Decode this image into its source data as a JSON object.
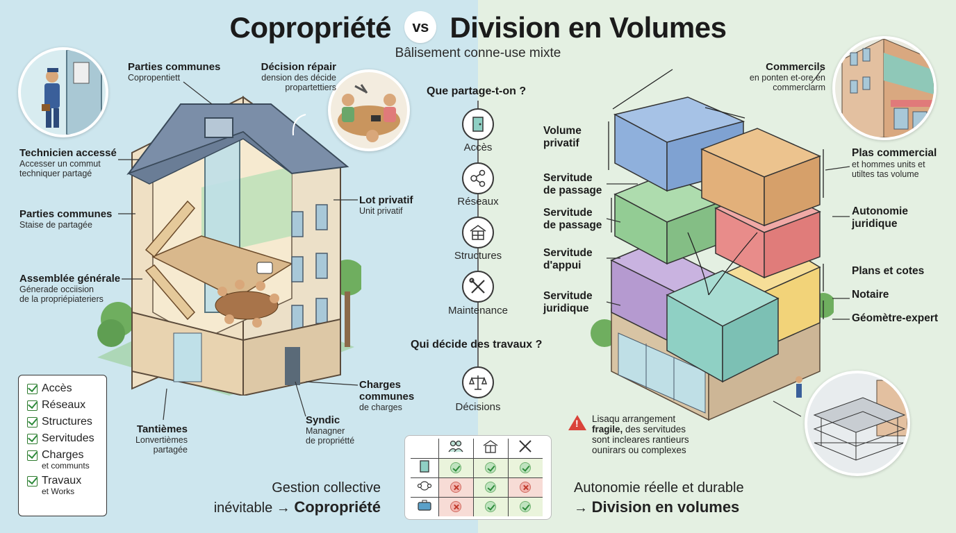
{
  "header": {
    "title_left": "Copropriété",
    "vs": "vs",
    "title_right": "Division en Volumes",
    "subtitle": "Bâlisement conne-use mixte"
  },
  "left_labels": {
    "parties_communes_top": {
      "title": "Parties communes",
      "sub": "Copropentiett"
    },
    "decision_repair": {
      "title": "Décision répair",
      "sub1": "dension des décide",
      "sub2": "propartettiers"
    },
    "technicien": {
      "title": "Technicien accessé",
      "sub1": "Accesser un commut",
      "sub2": "techniquer partagé"
    },
    "parties_communes_mid": {
      "title": "Parties communes",
      "sub": "Staise de partagée"
    },
    "lot_privatif": {
      "title": "Lot privatif",
      "sub": "Unit privatif"
    },
    "assemblee": {
      "title": "Assemblée générale",
      "sub1": "Génerade occiision",
      "sub2": "de la propriépiateriers"
    },
    "charges": {
      "title1": "Charges",
      "title2": "communes",
      "sub": "de charges"
    },
    "syndic": {
      "title": "Syndic",
      "sub1": "Managner",
      "sub2": "de propriétté"
    },
    "tantiemes": {
      "title": "Tantièmes",
      "sub1": "Lonvertièmes",
      "sub2": "partagée"
    }
  },
  "checklist": {
    "items": [
      {
        "label": "Accès"
      },
      {
        "label": "Réseaux"
      },
      {
        "label": "Structures"
      },
      {
        "label": "Servitudes"
      },
      {
        "label": "Charges",
        "sub": "et communts"
      },
      {
        "label": "Travaux",
        "sub": "et Works"
      }
    ]
  },
  "center": {
    "question1": "Que partage-t-on ?",
    "icons": [
      {
        "name": "door-icon",
        "label": "Accès"
      },
      {
        "name": "network-icon",
        "label": "Réseaux"
      },
      {
        "name": "structure-icon",
        "label": "Structures"
      },
      {
        "name": "tools-icon",
        "label": "Maintenance"
      }
    ],
    "question2": "Qui décide des travaux ?",
    "decision_icon": {
      "name": "scales-icon",
      "label": "Décisions"
    }
  },
  "matrix": {
    "columns": [
      "people-icon",
      "structure-icon",
      "tools-icon"
    ],
    "rows": [
      {
        "icon": "door-icon",
        "values": [
          "ok",
          "ok",
          "ok"
        ]
      },
      {
        "icon": "network-icon",
        "values": [
          "no",
          "ok",
          "no"
        ]
      },
      {
        "icon": "briefcase-icon",
        "values": [
          "no",
          "ok",
          "ok"
        ]
      }
    ]
  },
  "bottom": {
    "left_line1": "Gestion collective",
    "left_line2": "inévitable →",
    "left_bold": "Copropriété",
    "right_line1": "Autonomie réelle et durable",
    "right_arrow": "→",
    "right_bold": "Division en volumes"
  },
  "right_labels": {
    "commercils": {
      "title": "Commercils",
      "sub1": "en ponten et-ore en",
      "sub2": "commerclarm"
    },
    "volume_privatif": {
      "title1": "Volume",
      "title2": "privatif"
    },
    "servitude_passage_1": {
      "title1": "Servitude",
      "title2": "de passage"
    },
    "servitude_passage_2": {
      "title1": "Servitude",
      "title2": "de passage"
    },
    "servitude_appui": {
      "title1": "Servitude",
      "title2": "d'appui"
    },
    "servitude_juridique": {
      "title1": "Servitude",
      "title2": "juridique"
    },
    "plas_commercial": {
      "title": "Plas commercial",
      "sub1": "et hommes units et",
      "sub2": "utiltes tas volume"
    },
    "autonomie": {
      "title1": "Autonomie",
      "title2": "juridique"
    },
    "plans": {
      "title": "Plans et cotes"
    },
    "notaire": {
      "title": "Notaire"
    },
    "geometre": {
      "title": "Géomètre-expert"
    }
  },
  "warning": {
    "line1": "Lisaqu arrangement",
    "line2_bold": "fragile,",
    "line2_rest": " des servitudes",
    "line3": "sont incleares rantieurs",
    "line4": "ouпirars ou complexes"
  },
  "colors": {
    "left_bg": "#cde6ee",
    "right_bg": "#e4f0e2",
    "vol_blue": "#8fb0dc",
    "vol_orange": "#e2b07a",
    "vol_green": "#93cc94",
    "vol_red": "#e88c8a",
    "vol_purple": "#b59ad0",
    "vol_yellow": "#f2d379",
    "vol_teal": "#8fd0c4",
    "ok": "#2e8b3a",
    "no": "#c0392b",
    "warn": "#d9433a"
  }
}
